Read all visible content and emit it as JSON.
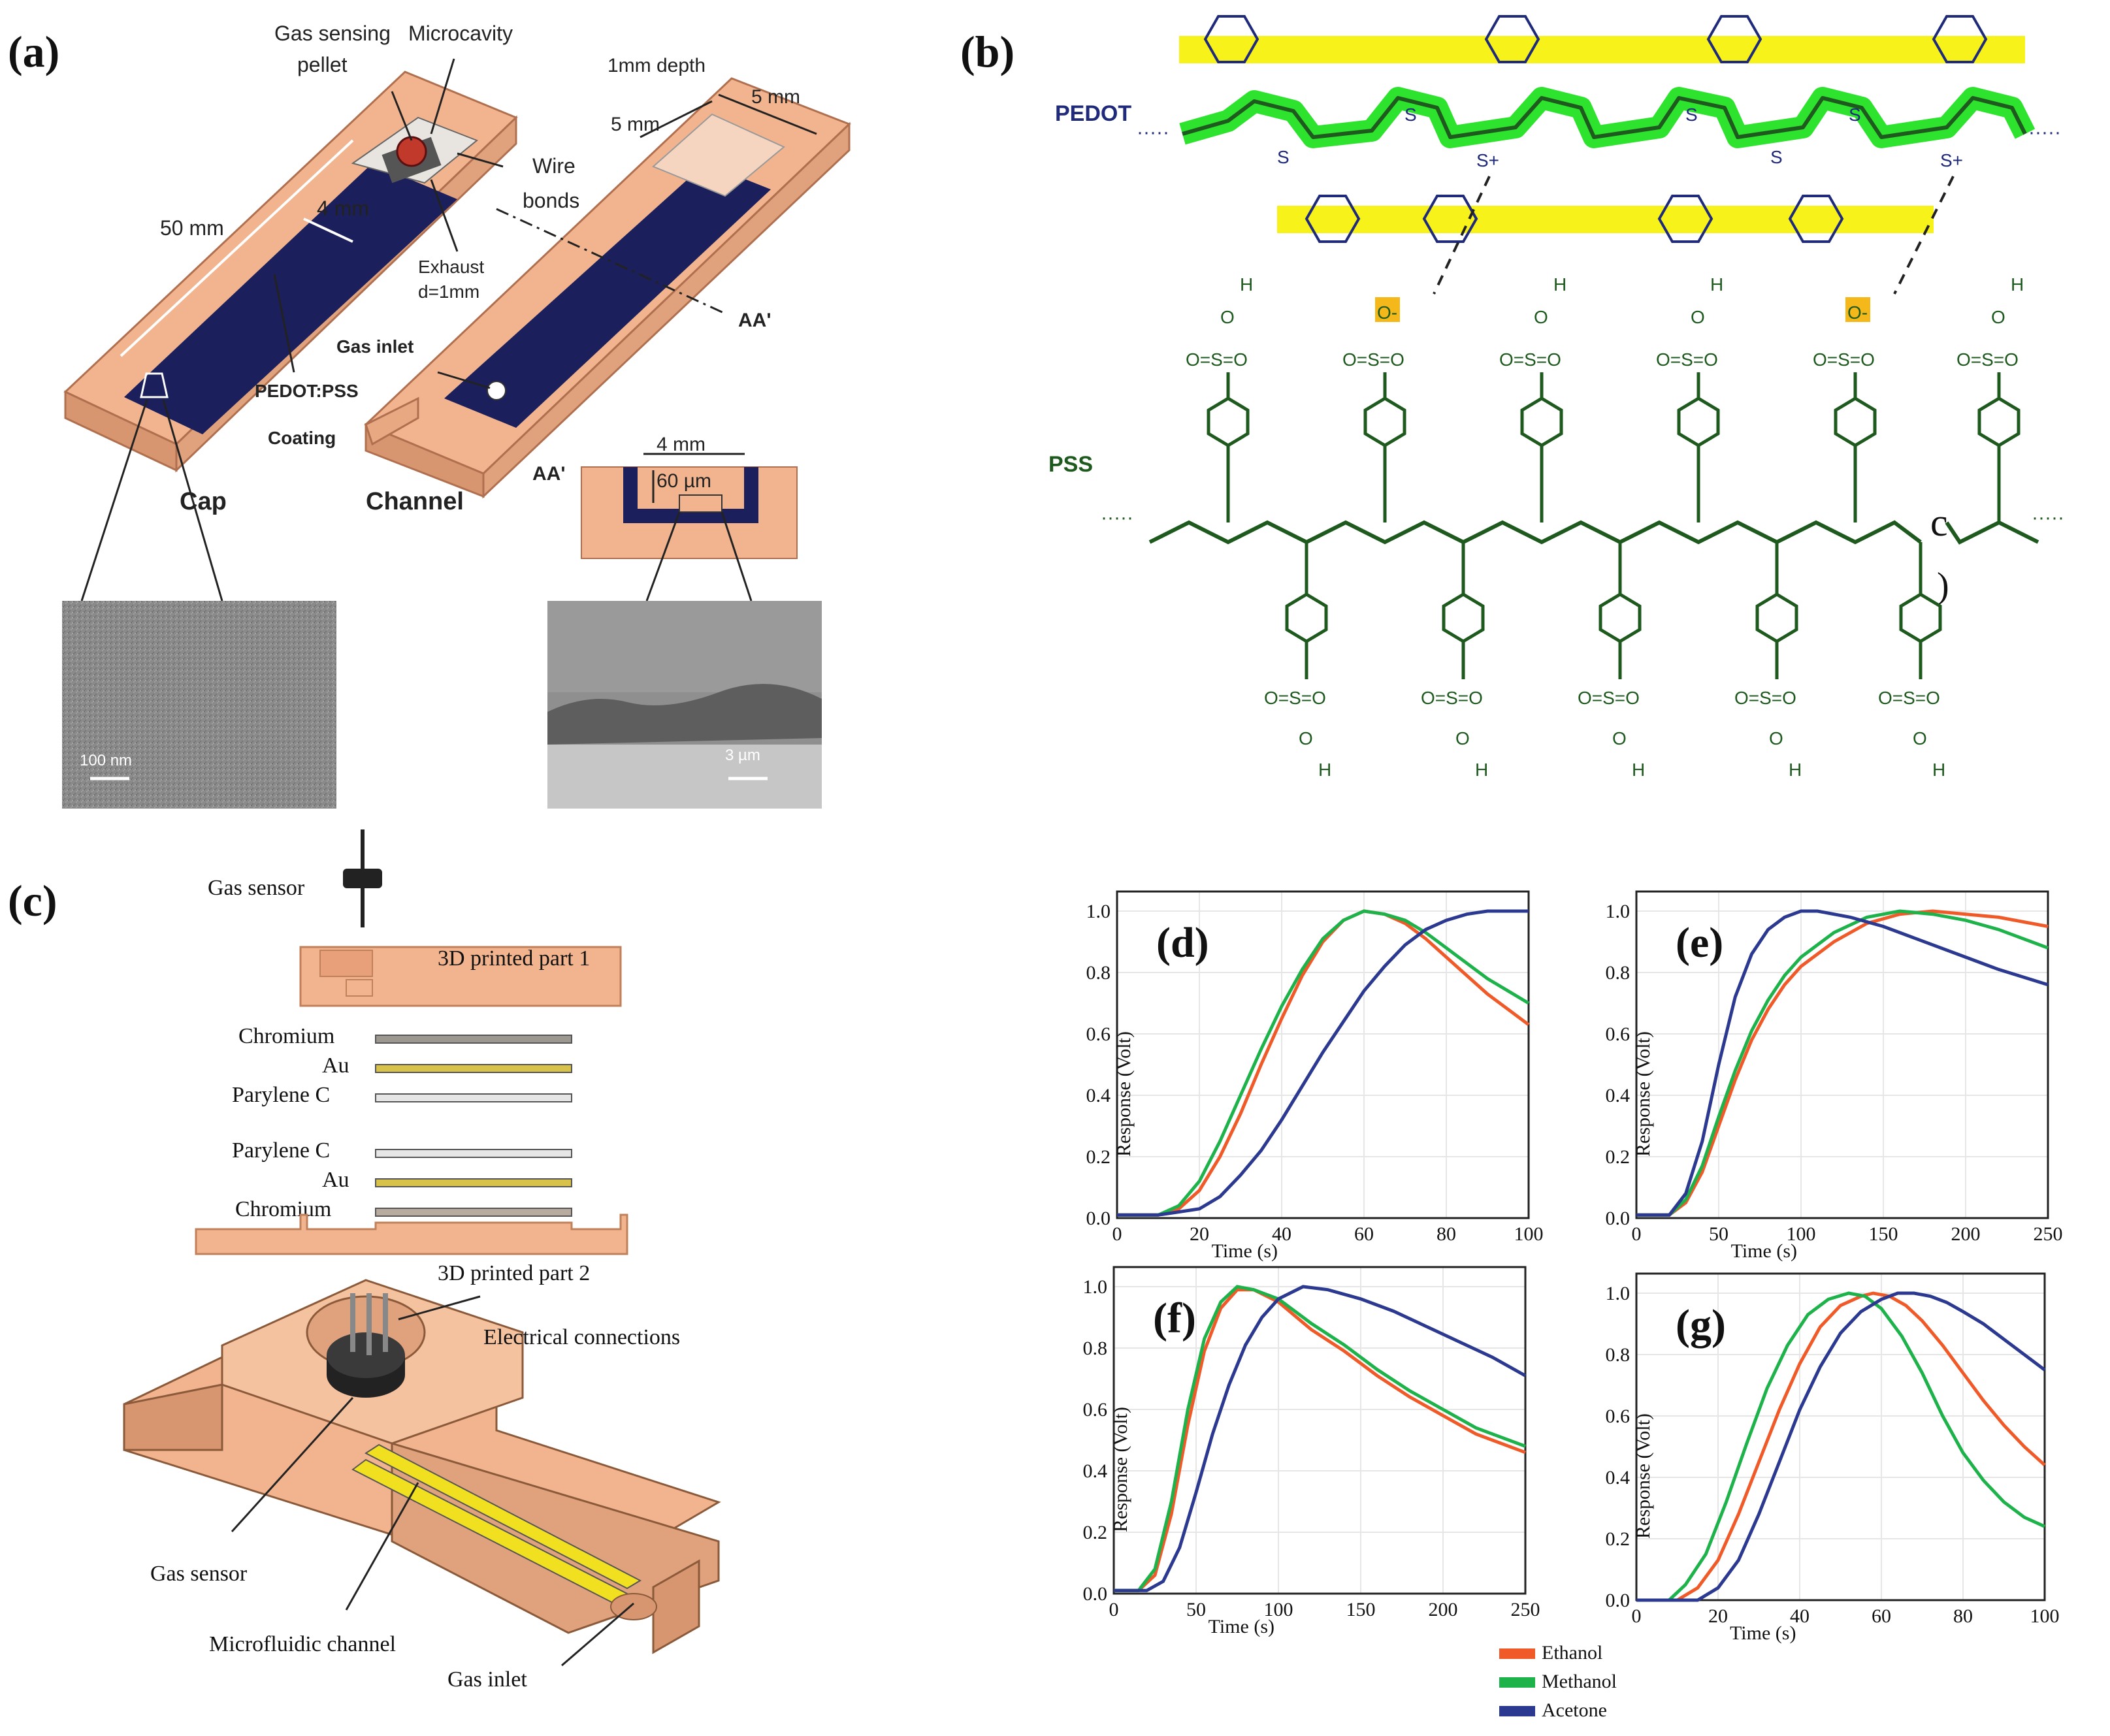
{
  "panels": {
    "a": {
      "label": "(a)",
      "gas_sensing_pellet": "Gas sensing pellet",
      "gas_sensing_pellet_l1": "Gas sensing",
      "gas_sensing_pellet_l2": "pellet",
      "microcavity": "Microcavity",
      "wire_bonds_l1": "Wire",
      "wire_bonds_l2": "bonds",
      "exhaust_l1": "Exhaust",
      "exhaust_l2": "d=1mm",
      "dim_50mm": "50 mm",
      "dim_4mm": "4  mm",
      "dim_1mm_depth": "1mm depth",
      "dim_5mm_a": "5 mm",
      "dim_5mm_b": "5 mm",
      "aa": "AA'",
      "aa2": "AA'",
      "gas_inlet": "Gas inlet",
      "coating_l1": "PEDOT:PSS",
      "coating_l2": "Coating",
      "cap": "Cap",
      "channel": "Channel",
      "xs_4mm": "4 mm",
      "xs_60um": "60 µm",
      "sem_left_scale": "100 nm",
      "sem_right_scale": "3 µm"
    },
    "b": {
      "label": "(b)",
      "pedot": "PEDOT",
      "pss": "PSS",
      "dots": "·····",
      "sulfur": "S",
      "sulfur_plus": "S+",
      "oxygen": "O",
      "oxygen_minus": "O-",
      "hydrogen": "H",
      "sulfonate": "O=S=O",
      "c_label": "c",
      "paren": ")"
    },
    "c": {
      "label": "(c)",
      "gas_sensor_top": "Gas sensor",
      "part1": "3D printed part 1",
      "part2": "3D printed part 2",
      "chromium_top": "Chromium",
      "au_top": "Au",
      "parylene_top": "Parylene C",
      "parylene_bottom": "Parylene C",
      "au_bottom": "Au",
      "chromium_bottom": "Chromium",
      "electrical": "Electrical connections",
      "gas_sensor_bottom": "Gas sensor",
      "microfluidic": "Microfluidic channel",
      "gas_inlet": "Gas inlet"
    }
  },
  "colors": {
    "ethanol": "#f05a28",
    "methanol": "#1db24a",
    "acetone": "#2b3990",
    "device": "#f2b48e",
    "device_edge": "#c0805a",
    "coating": "#1b1f5c",
    "pedot_green": "#2ee32e",
    "highlight_yellow": "#f7f21a",
    "pss_green": "#1e5a1e",
    "pedot_blue": "#1f2a7a"
  },
  "chart_data": [
    {
      "type": "line",
      "panel": "(d)",
      "xlabel": "Time (s)",
      "ylabel": "Response (Volt)",
      "xlim": [
        0,
        100
      ],
      "ylim": [
        0,
        1.0
      ],
      "xticks": [
        0,
        20,
        40,
        60,
        80,
        100
      ],
      "yticks": [
        0.0,
        0.2,
        0.4,
        0.6,
        0.8,
        1.0
      ],
      "series": [
        {
          "name": "Ethanol",
          "x": [
            0,
            10,
            15,
            20,
            25,
            30,
            35,
            40,
            45,
            50,
            55,
            60,
            65,
            70,
            75,
            80,
            85,
            90,
            95,
            100
          ],
          "y": [
            0.01,
            0.01,
            0.03,
            0.09,
            0.2,
            0.34,
            0.5,
            0.65,
            0.79,
            0.9,
            0.97,
            1.0,
            0.99,
            0.96,
            0.91,
            0.85,
            0.79,
            0.73,
            0.68,
            0.63
          ]
        },
        {
          "name": "Methanol",
          "x": [
            0,
            10,
            15,
            20,
            25,
            30,
            35,
            40,
            45,
            50,
            55,
            60,
            65,
            70,
            75,
            80,
            85,
            90,
            95,
            100
          ],
          "y": [
            0.01,
            0.01,
            0.04,
            0.12,
            0.25,
            0.4,
            0.55,
            0.69,
            0.81,
            0.91,
            0.97,
            1.0,
            0.99,
            0.97,
            0.93,
            0.88,
            0.83,
            0.78,
            0.74,
            0.7
          ]
        },
        {
          "name": "Acetone",
          "x": [
            0,
            10,
            20,
            25,
            30,
            35,
            40,
            45,
            50,
            55,
            60,
            65,
            70,
            75,
            80,
            85,
            90,
            95,
            100
          ],
          "y": [
            0.01,
            0.01,
            0.03,
            0.07,
            0.14,
            0.22,
            0.32,
            0.43,
            0.54,
            0.64,
            0.74,
            0.82,
            0.89,
            0.94,
            0.97,
            0.99,
            1.0,
            1.0,
            1.0
          ]
        }
      ]
    },
    {
      "type": "line",
      "panel": "(e)",
      "xlabel": "Time (s)",
      "ylabel": "Response (Volt)",
      "xlim": [
        0,
        250
      ],
      "ylim": [
        0,
        1.0
      ],
      "xticks": [
        0,
        50,
        100,
        150,
        200,
        250
      ],
      "yticks": [
        0.0,
        0.2,
        0.4,
        0.6,
        0.8,
        1.0
      ],
      "series": [
        {
          "name": "Ethanol",
          "x": [
            0,
            20,
            30,
            40,
            50,
            60,
            70,
            80,
            90,
            100,
            120,
            140,
            160,
            180,
            200,
            220,
            250
          ],
          "y": [
            0.01,
            0.01,
            0.05,
            0.15,
            0.3,
            0.45,
            0.58,
            0.68,
            0.76,
            0.82,
            0.9,
            0.96,
            0.99,
            1.0,
            0.99,
            0.98,
            0.95
          ]
        },
        {
          "name": "Methanol",
          "x": [
            0,
            20,
            30,
            40,
            50,
            60,
            70,
            80,
            90,
            100,
            120,
            140,
            160,
            180,
            200,
            220,
            250
          ],
          "y": [
            0.01,
            0.01,
            0.06,
            0.17,
            0.33,
            0.48,
            0.61,
            0.71,
            0.79,
            0.85,
            0.93,
            0.98,
            1.0,
            0.99,
            0.97,
            0.94,
            0.88
          ]
        },
        {
          "name": "Acetone",
          "x": [
            0,
            20,
            30,
            40,
            50,
            60,
            70,
            80,
            90,
            100,
            110,
            130,
            150,
            170,
            200,
            220,
            250
          ],
          "y": [
            0.01,
            0.01,
            0.08,
            0.25,
            0.5,
            0.72,
            0.86,
            0.94,
            0.98,
            1.0,
            1.0,
            0.98,
            0.95,
            0.91,
            0.85,
            0.81,
            0.76
          ]
        }
      ]
    },
    {
      "type": "line",
      "panel": "(f)",
      "xlabel": "Time (s)",
      "ylabel": "Response (Volt)",
      "xlim": [
        0,
        250
      ],
      "ylim": [
        0,
        1.0
      ],
      "xticks": [
        0,
        50,
        100,
        150,
        200,
        250
      ],
      "yticks": [
        0.0,
        0.2,
        0.4,
        0.6,
        0.8,
        1.0
      ],
      "series": [
        {
          "name": "Ethanol",
          "x": [
            0,
            15,
            25,
            35,
            45,
            55,
            65,
            75,
            85,
            100,
            120,
            140,
            160,
            180,
            200,
            220,
            250
          ],
          "y": [
            0.01,
            0.01,
            0.06,
            0.26,
            0.55,
            0.79,
            0.93,
            0.99,
            0.99,
            0.95,
            0.86,
            0.79,
            0.71,
            0.64,
            0.58,
            0.52,
            0.46
          ]
        },
        {
          "name": "Methanol",
          "x": [
            0,
            15,
            25,
            35,
            45,
            55,
            65,
            75,
            85,
            100,
            120,
            140,
            160,
            180,
            200,
            220,
            250
          ],
          "y": [
            0.01,
            0.01,
            0.08,
            0.3,
            0.6,
            0.83,
            0.95,
            1.0,
            0.99,
            0.96,
            0.88,
            0.81,
            0.73,
            0.66,
            0.6,
            0.54,
            0.48
          ]
        },
        {
          "name": "Acetone",
          "x": [
            0,
            20,
            30,
            40,
            50,
            60,
            70,
            80,
            90,
            100,
            115,
            130,
            150,
            170,
            190,
            210,
            230,
            250
          ],
          "y": [
            0.01,
            0.01,
            0.04,
            0.15,
            0.33,
            0.52,
            0.68,
            0.81,
            0.9,
            0.96,
            1.0,
            0.99,
            0.96,
            0.92,
            0.87,
            0.82,
            0.77,
            0.71
          ]
        }
      ]
    },
    {
      "type": "line",
      "panel": "(g)",
      "xlabel": "Time (s)",
      "ylabel": "Response (Volt)",
      "xlim": [
        0,
        100
      ],
      "ylim": [
        0,
        1.0
      ],
      "xticks": [
        0,
        20,
        40,
        60,
        80,
        100
      ],
      "yticks": [
        0.0,
        0.2,
        0.4,
        0.6,
        0.8,
        1.0
      ],
      "series": [
        {
          "name": "Ethanol",
          "x": [
            0,
            10,
            15,
            20,
            25,
            30,
            35,
            40,
            45,
            50,
            55,
            58,
            62,
            66,
            70,
            75,
            80,
            85,
            90,
            95,
            100
          ],
          "y": [
            0.0,
            0.0,
            0.04,
            0.13,
            0.28,
            0.45,
            0.62,
            0.77,
            0.89,
            0.96,
            0.99,
            1.0,
            0.99,
            0.96,
            0.91,
            0.83,
            0.74,
            0.65,
            0.57,
            0.5,
            0.44
          ]
        },
        {
          "name": "Methanol",
          "x": [
            0,
            8,
            12,
            17,
            22,
            27,
            32,
            37,
            42,
            47,
            52,
            56,
            60,
            65,
            70,
            75,
            80,
            85,
            90,
            95,
            100
          ],
          "y": [
            0.0,
            0.0,
            0.05,
            0.15,
            0.32,
            0.51,
            0.69,
            0.83,
            0.93,
            0.98,
            1.0,
            0.99,
            0.95,
            0.86,
            0.74,
            0.6,
            0.48,
            0.39,
            0.32,
            0.27,
            0.24
          ]
        },
        {
          "name": "Acetone",
          "x": [
            0,
            15,
            20,
            25,
            30,
            35,
            40,
            45,
            50,
            55,
            60,
            64,
            68,
            72,
            76,
            80,
            85,
            90,
            95,
            100
          ],
          "y": [
            0.0,
            0.0,
            0.04,
            0.13,
            0.28,
            0.45,
            0.62,
            0.76,
            0.87,
            0.94,
            0.98,
            1.0,
            1.0,
            0.99,
            0.97,
            0.94,
            0.9,
            0.85,
            0.8,
            0.75
          ]
        }
      ]
    }
  ],
  "legend": {
    "entries": [
      {
        "name": "Ethanol",
        "color": "#f05a28"
      },
      {
        "name": "Methanol",
        "color": "#1db24a"
      },
      {
        "name": "Acetone",
        "color": "#2b3990"
      }
    ]
  }
}
